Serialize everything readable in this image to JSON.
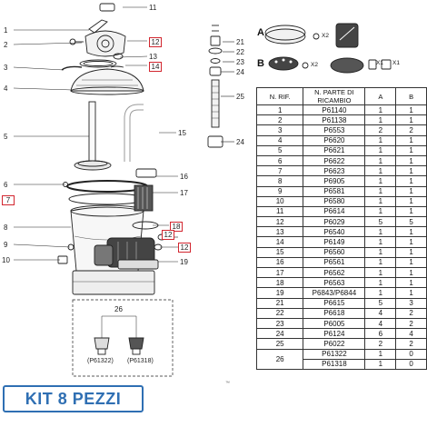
{
  "callouts": {
    "c1": "1",
    "c2": "2",
    "c3": "3",
    "c4": "4",
    "c5": "5",
    "c6": "6",
    "c7": "7",
    "c8": "8",
    "c9": "9",
    "c10": "10",
    "c11": "11",
    "c12a": "12",
    "c13": "13",
    "c14": "14",
    "c15": "15",
    "c16": "16",
    "c17": "17",
    "c18": "18",
    "c12b": "12",
    "c12c": "12",
    "c19": "19",
    "c21": "21",
    "c22": "22",
    "c23": "23",
    "c24a": "24",
    "c25": "25",
    "c24b": "24"
  },
  "detail": {
    "label": "26",
    "code_left": "(P61322)",
    "code_right": "(P61318)"
  },
  "kits": {
    "a_label": "A",
    "b_label": "B",
    "a_qty1": "X2",
    "b_qty1": "X2",
    "b_qty2": "X1",
    "b_qty3": "X1"
  },
  "table": {
    "headers": [
      "N. RIF.",
      "N. PARTE DI RICAMBIO",
      "A",
      "B"
    ],
    "rows": [
      [
        "1",
        "P61140",
        "1",
        "1"
      ],
      [
        "2",
        "P61138",
        "1",
        "1"
      ],
      [
        "3",
        "P6553",
        "2",
        "2"
      ],
      [
        "4",
        "P6620",
        "1",
        "1"
      ],
      [
        "5",
        "P6621",
        "1",
        "1"
      ],
      [
        "6",
        "P6622",
        "1",
        "1"
      ],
      [
        "7",
        "P6623",
        "1",
        "1"
      ],
      [
        "8",
        "P6905",
        "1",
        "1"
      ],
      [
        "9",
        "P6581",
        "1",
        "1"
      ],
      [
        "10",
        "P6580",
        "1",
        "1"
      ],
      [
        "11",
        "P6614",
        "1",
        "1"
      ],
      [
        "12",
        "P6029",
        "5",
        "5"
      ],
      [
        "13",
        "P6540",
        "1",
        "1"
      ],
      [
        "14",
        "P6149",
        "1",
        "1"
      ],
      [
        "15",
        "P6560",
        "1",
        "1"
      ],
      [
        "16",
        "P6561",
        "1",
        "1"
      ],
      [
        "17",
        "P6562",
        "1",
        "1"
      ],
      [
        "18",
        "P6563",
        "1",
        "1"
      ],
      [
        "19",
        "P6843/P6844",
        "1",
        "1"
      ],
      [
        "21",
        "P6615",
        "5",
        "3"
      ],
      [
        "22",
        "P6618",
        "4",
        "2"
      ],
      [
        "23",
        "P6005",
        "4",
        "2"
      ],
      [
        "24",
        "P6124",
        "6",
        "4"
      ],
      [
        "25",
        "P6022",
        "2",
        "2"
      ]
    ],
    "row26_ref": "26",
    "row26_codes": [
      [
        "P61322",
        "1",
        "0"
      ],
      [
        "P61318",
        "1",
        "0"
      ]
    ]
  },
  "kit_title": "KIT 8 PEZZI",
  "copyright": "™",
  "colors": {
    "highlight": "#d2262f",
    "kit_blue": "#2f6fb3"
  }
}
